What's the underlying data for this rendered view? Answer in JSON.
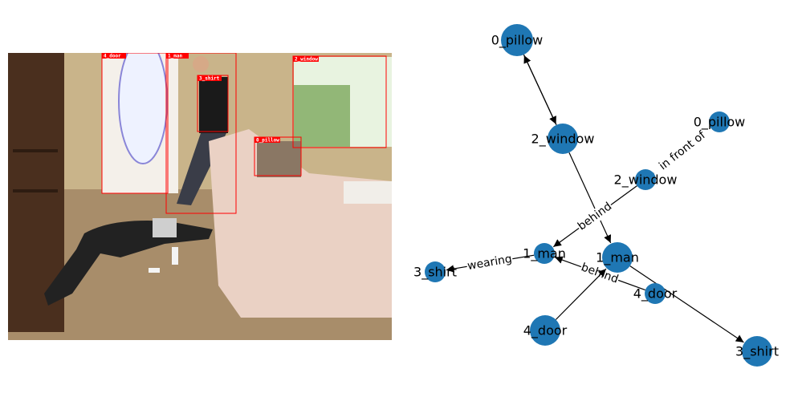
{
  "photo": {
    "detections": [
      {
        "label": "4_door"
      },
      {
        "label": "1_man"
      },
      {
        "label": "3_shirt"
      },
      {
        "label": "0_pillow"
      },
      {
        "label": "2_window"
      }
    ]
  },
  "graph": {
    "nodes": [
      {
        "id": "n0",
        "label": "0_pillow"
      },
      {
        "id": "n1",
        "label": "2_window"
      },
      {
        "id": "n2",
        "label": "0_pillow"
      },
      {
        "id": "n3",
        "label": "2_window"
      },
      {
        "id": "n4",
        "label": "1_man"
      },
      {
        "id": "n5",
        "label": "1_man"
      },
      {
        "id": "n6",
        "label": "3_shirt"
      },
      {
        "id": "n7",
        "label": "4_door"
      },
      {
        "id": "n8",
        "label": "4_door"
      },
      {
        "id": "n9",
        "label": "3_shirt"
      }
    ],
    "edges": [
      {
        "from": "n0",
        "to": "n1",
        "label": ""
      },
      {
        "from": "n1",
        "to": "n0",
        "label": ""
      },
      {
        "from": "n1",
        "to": "n5",
        "label": ""
      },
      {
        "from": "n3",
        "to": "n2",
        "label": "in front of"
      },
      {
        "from": "n3",
        "to": "n4",
        "label": "behind"
      },
      {
        "from": "n4",
        "to": "n6",
        "label": "wearing"
      },
      {
        "from": "n7",
        "to": "n4",
        "label": "behind"
      },
      {
        "from": "n8",
        "to": "n5",
        "label": ""
      },
      {
        "from": "n5",
        "to": "n9",
        "label": ""
      }
    ]
  },
  "colors": {
    "node": "#1f77b4",
    "edge": "#000000",
    "detection_box": "#ff0000"
  }
}
